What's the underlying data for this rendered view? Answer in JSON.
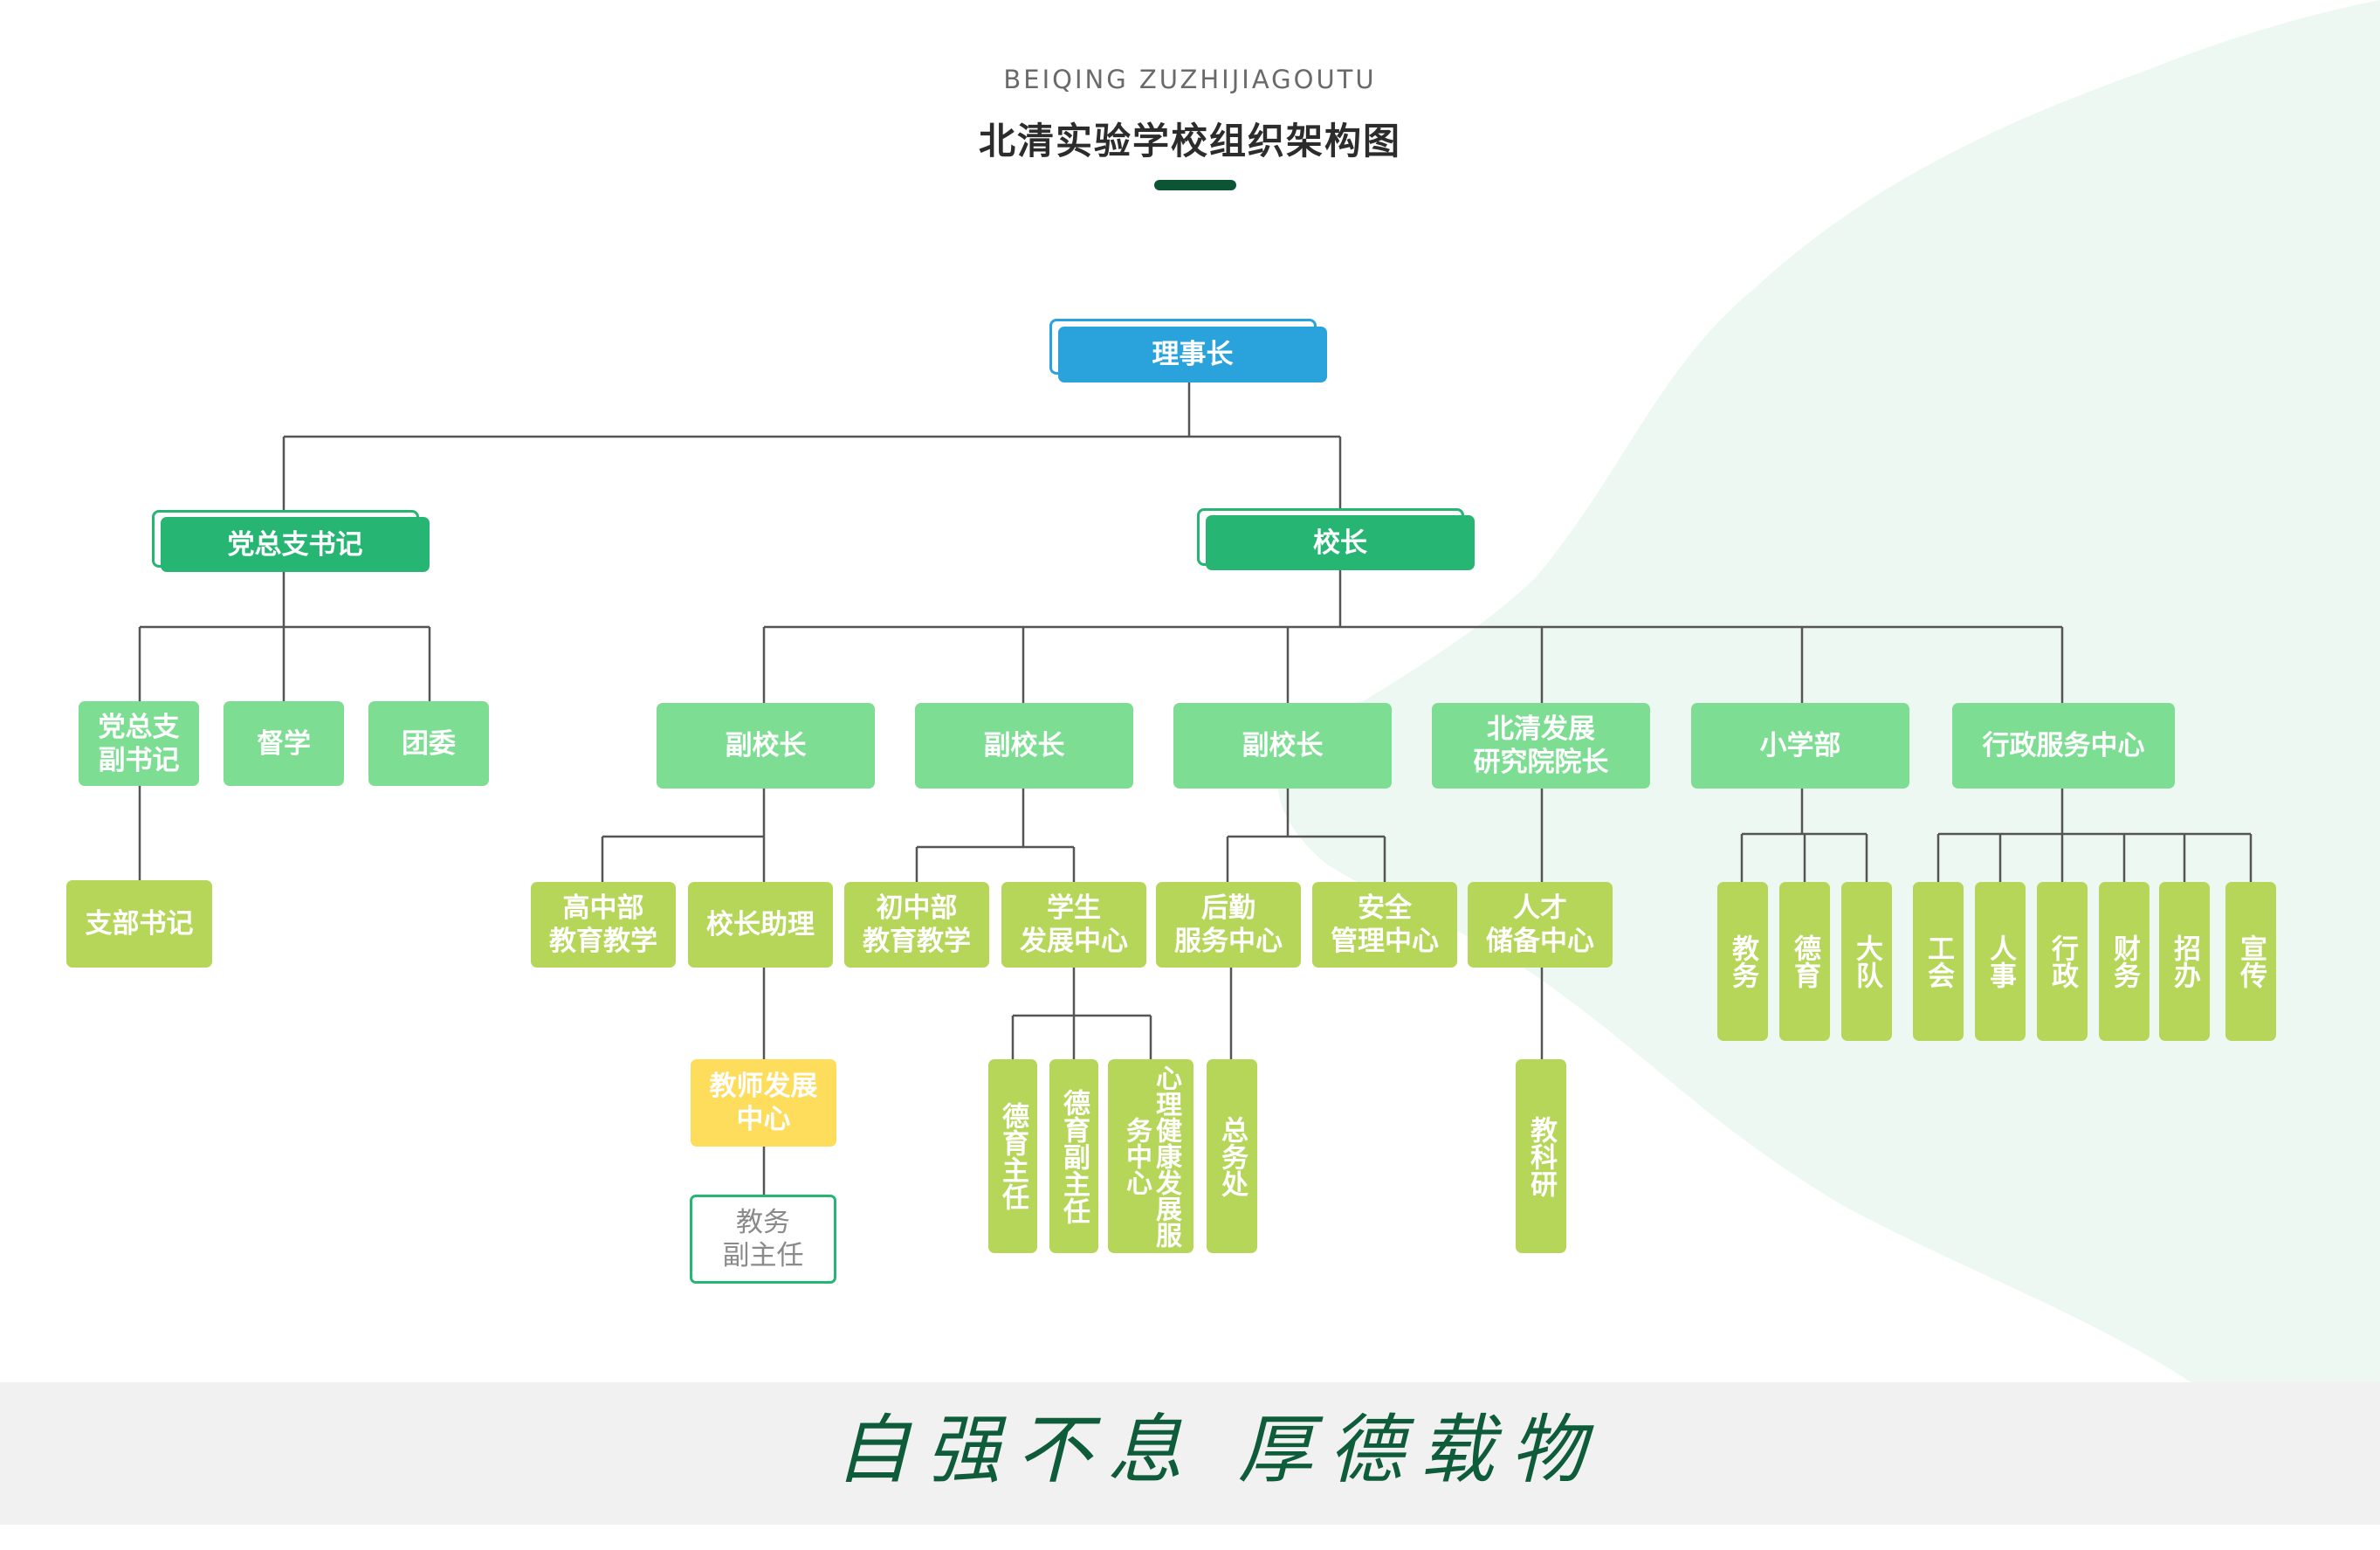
{
  "header": {
    "subtitle_en": "BEIQING ZUZHIJIAGOUTU",
    "title": "北清实验学校组织架构图"
  },
  "org": {
    "chairman": "理事长",
    "party_secretary": "党总支书记",
    "principal": "校长",
    "party_branch": {
      "deputy_secretary": "党总支\n副书记",
      "supervision": "督学",
      "youth_league": "团委",
      "branch_secretary": "支部书记"
    },
    "vice_principal_1": {
      "label": "副校长",
      "high_school": "高中部\n教育教学",
      "assistant": "校长助理",
      "teacher_dev": "教师发展\n中心",
      "academic_deputy": "教务\n副主任"
    },
    "vice_principal_2": {
      "label": "副校长",
      "middle_school": "初中部\n教育教学",
      "student_dev": "学生\n发展中心",
      "moral_director": "德育主任",
      "moral_deputy": "德育副主任",
      "psych_center": "心理健康发展服务中心"
    },
    "vice_principal_3": {
      "label": "副校长",
      "logistics": "后勤\n服务中心",
      "safety": "安全\n管理中心",
      "general_affairs": "总务处"
    },
    "research_institute": {
      "label": "北清发展\n研究院院长",
      "talent": "人才\n储备中心",
      "research": "教科研"
    },
    "primary": {
      "label": "小学部",
      "items": [
        "教务",
        "德育",
        "大队"
      ]
    },
    "admin_center": {
      "label": "行政服务中心",
      "items": [
        "工会",
        "人事",
        "行政",
        "财务",
        "招办",
        "宣传"
      ]
    },
    "motto": "自强不息  厚德载物"
  },
  "colors": {
    "chairman": "#2aa3dc",
    "level2": "#27b574",
    "level3": "#7ddd93",
    "level4": "#b5d658",
    "teacher_dev": "#fedc5c",
    "header_bar": "#0b5535",
    "motto_ink": "#0f5c3a",
    "line": "#555555"
  }
}
